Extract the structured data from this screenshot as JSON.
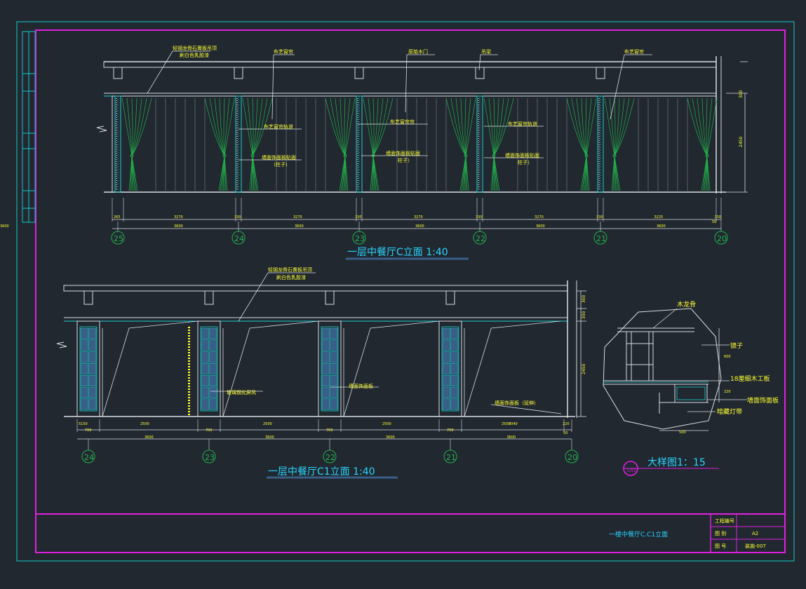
{
  "colors": {
    "background": "#212830",
    "frame_outer": "#14c8c8",
    "frame_inner": "#e020e0",
    "line_white": "#d8dde3",
    "line_cyan": "#1ccfcf",
    "line_green": "#22b24b",
    "text_yellow": "#ffff33",
    "title_cyan": "#2ad4ff",
    "panel_blue": "#3a5f86"
  },
  "elevation_c": {
    "title": "一层中餐厅C立面  1:40",
    "annotations": {
      "ceiling_1": "轻钢龙骨石膏板吊顶",
      "ceiling_2": "刷白色乳胶漆",
      "curtain_top": "布艺窗帘",
      "door_top": "原始木门",
      "beam_top": "吊梁",
      "curtain_top_2": "布艺窗帘",
      "curtain_mid": "布艺窗帘轨道",
      "curtain_mid_2": "布艺窗帘帘",
      "curtain_mid_3": "布艺窗帘轨道",
      "panel_left_1": "墙面饰面板贴面",
      "panel_left_2": "（柱子）",
      "panel_mid_1": "墙面饰面板贴面",
      "panel_mid_2": "柱子）",
      "panel_right_1": "墙面饰面板贴面",
      "panel_right_2": "柱子）"
    },
    "dims_top": [
      "265",
      "3270",
      "330",
      "3270",
      "330",
      "3270",
      "330",
      "3270",
      "330",
      "3225",
      "330"
    ],
    "dims_bottom": [
      "3600",
      "3600",
      "3600",
      "3600",
      "3600",
      "3600"
    ],
    "dim_end": "50",
    "height_dim": "2450",
    "height_dim_small": "300",
    "axes": [
      "25",
      "24",
      "23",
      "22",
      "21",
      "20"
    ]
  },
  "elevation_c1": {
    "title": "一层中餐厅C1立面  1:40",
    "annotations": {
      "ceiling_1": "轻钢龙骨石膏板吊顶",
      "ceiling_2": "刷白色乳胶漆",
      "glass_label": "玻璃钢化屏风",
      "panel_label": "墙面饰面板",
      "panel_right": "墙面饰面板（延伸）"
    },
    "dims_top": [
      "5150",
      "2500",
      "2500",
      "2500",
      "2500",
      "3040",
      "220"
    ],
    "dims_small": [
      "700",
      "700",
      "700",
      "700"
    ],
    "dims_bottom": [
      "3600",
      "3600",
      "3600",
      "3600"
    ],
    "dim_end": "50",
    "height_dims": [
      "300",
      "350",
      "2450"
    ],
    "axes": [
      "24",
      "23",
      "22",
      "21",
      "20"
    ]
  },
  "detail": {
    "title": "大样图1：15",
    "bubble": "1/03",
    "labels": {
      "keel": "木龙骨",
      "mirror": "镜子",
      "board": "18厘细木工板",
      "veneer": "墙面饰面板",
      "lamp": "暗藏灯带"
    },
    "dims": [
      "600",
      "220",
      "500"
    ]
  },
  "title_block": {
    "drawing_name": "一楼中餐厅C.C1立面",
    "rows": [
      {
        "label": "工程编号",
        "value": ""
      },
      {
        "label": "图 别",
        "value": "A2"
      },
      {
        "label": "图 号",
        "value": "装施-007"
      }
    ]
  }
}
